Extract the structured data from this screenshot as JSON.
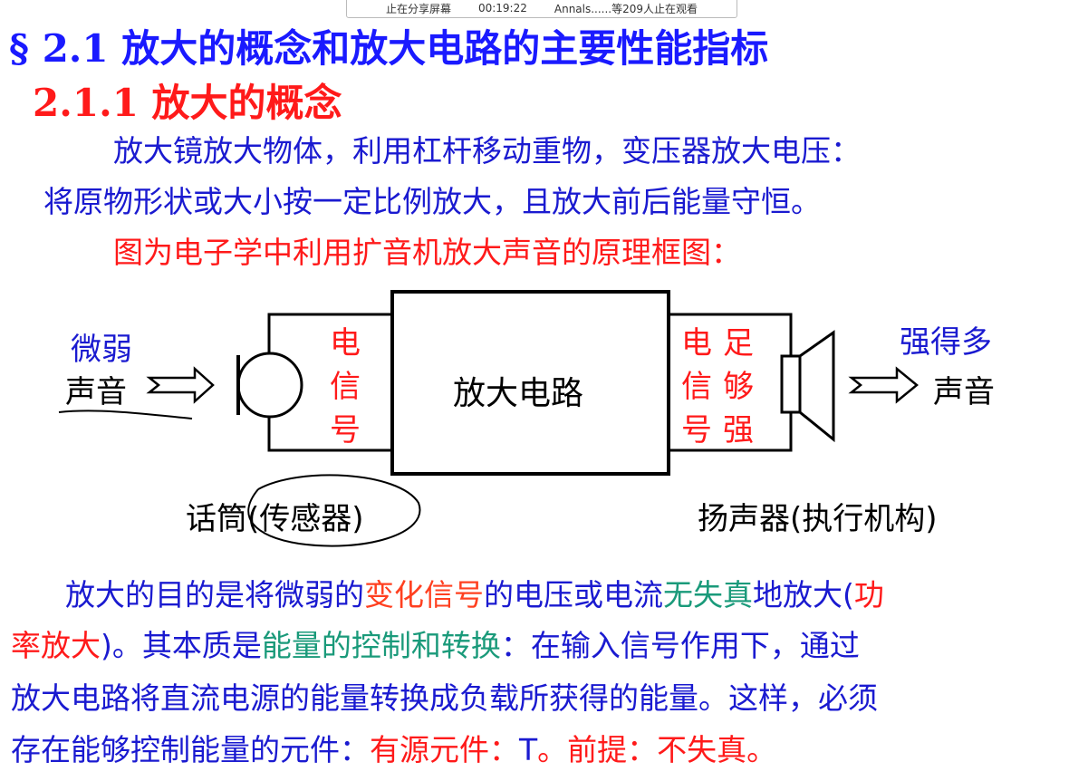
{
  "share_bar": {
    "status": "止在分享屏幕",
    "time": "00:19:22",
    "viewers": "Annals......等209人止在观看"
  },
  "title": "§ 2.1 放大的概念和放大电路的主要性能指标",
  "subtitle": "2.1.1 放大的概念",
  "intro_lines": [
    [
      {
        "t": "放大镜放大物体，利用杠杆移动重物，变压器放大电压：",
        "c": "#1a1ad0"
      }
    ],
    [
      {
        "t": "将原物形状或大小按一定比例放大，且放大前后能量守恒。",
        "c": "#1a1ad0"
      }
    ],
    [
      {
        "t": "图为电子学中利用扩音机放大声音的原理框图：",
        "c": "#ff1a1a"
      }
    ]
  ],
  "diagram": {
    "input_top": "微弱",
    "input_bottom": "声音",
    "left_signal": [
      "电",
      "信",
      "号"
    ],
    "amp_label": "放大电路",
    "right_signal_a": [
      "电",
      "信",
      "号"
    ],
    "right_signal_b": [
      "足",
      "够",
      "强"
    ],
    "output_top": "强得多",
    "output_bottom": "声音",
    "mic_label": "话筒(传感器)",
    "speaker_label": "扬声器(执行机构)"
  },
  "body_lines": [
    [
      {
        "t": "放大的目的是将微弱的",
        "c": "#1a1ad0"
      },
      {
        "t": "变化信号",
        "c": "#ff4020"
      },
      {
        "t": "的电压或电流",
        "c": "#1a1ad0"
      },
      {
        "t": "无失真",
        "c": "#1a9a7a"
      },
      {
        "t": "地放大(",
        "c": "#1a1ad0"
      },
      {
        "t": "功",
        "c": "#ff1a1a"
      }
    ],
    [
      {
        "t": "率放大",
        "c": "#ff1a1a"
      },
      {
        "t": ")。其本质是",
        "c": "#1a1ad0"
      },
      {
        "t": "能量的控制和转换",
        "c": "#1a9a7a"
      },
      {
        "t": "：在输入信号作用下，通过",
        "c": "#1a1ad0"
      }
    ],
    [
      {
        "t": "放大电路将直流电源的能量转换成负载所获得的能量。这样，必须",
        "c": "#1a1ad0"
      }
    ],
    [
      {
        "t": "存在能够控制能量的元件：",
        "c": "#1a1ad0"
      },
      {
        "t": "有源元件：",
        "c": "#ff1a1a"
      },
      {
        "t": "T",
        "c": "#1a1ad0"
      },
      {
        "t": "。前提：不失真。",
        "c": "#ff1a1a"
      }
    ]
  ]
}
